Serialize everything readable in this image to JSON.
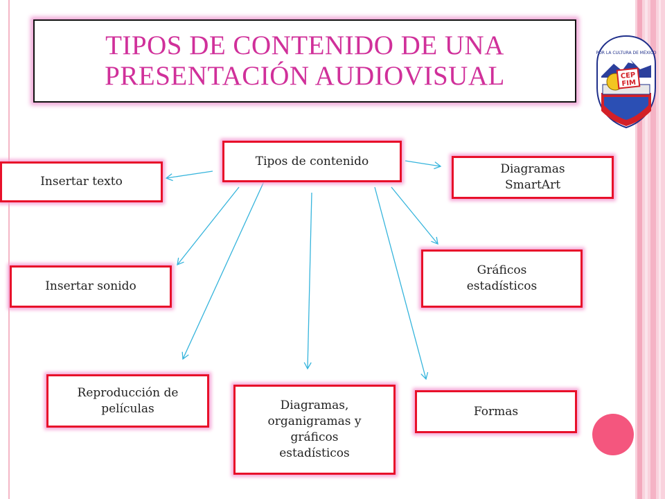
{
  "title": "TIPOS DE CONTENIDO DE UNA\nPRESENTACIÓN AUDIOVISUAL",
  "colors": {
    "title": "#d0309a",
    "node_border": "#e8102a",
    "node_glow": "#f5a6d6",
    "edge": "#35b4dc",
    "accent_dot": "#f4567e"
  },
  "logo": {
    "icon": "cep-fim-shield-logo",
    "top_text": "POR LA CULTURA DE MÉXICO",
    "line1": "CEP",
    "line2": "FIM"
  },
  "nodes": {
    "center": "Tipos de contenido",
    "insertar_texto": "Insertar texto",
    "diagramas_smartart": "Diagramas\nSmartArt",
    "insertar_sonido": "Insertar sonido",
    "graficos_estadisticos": "Gráficos\nestadísticos",
    "reproduccion_peliculas": "Reproducción de\npelículas",
    "diagramas_organigramas": "Diagramas,\norganigramas y\ngráficos\nestadísticos",
    "formas": "Formas"
  },
  "edges": [
    {
      "from": "center",
      "to": "insertar_texto"
    },
    {
      "from": "center",
      "to": "diagramas_smartart"
    },
    {
      "from": "center",
      "to": "insertar_sonido"
    },
    {
      "from": "center",
      "to": "graficos_estadisticos"
    },
    {
      "from": "center",
      "to": "reproduccion_peliculas"
    },
    {
      "from": "center",
      "to": "diagramas_organigramas"
    },
    {
      "from": "center",
      "to": "formas"
    }
  ]
}
